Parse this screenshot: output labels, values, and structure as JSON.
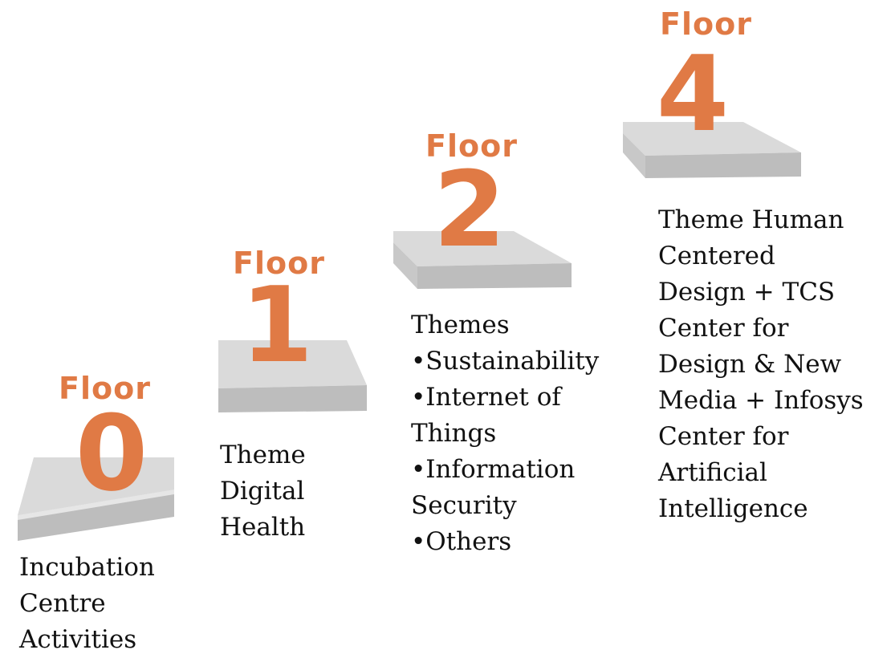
{
  "steps": [
    {
      "floor_word": "Floor",
      "number": "0",
      "lines": [
        "Incubation",
        "Centre",
        "Activities"
      ]
    },
    {
      "floor_word": "Floor",
      "number": "1",
      "lines": [
        "Theme",
        "Digital",
        "Health"
      ]
    },
    {
      "floor_word": "Floor",
      "number": "2",
      "lines": [
        "Themes",
        "•Sustainability",
        "•Internet of",
        "Things",
        "•Information",
        "Security",
        "•Others"
      ]
    },
    {
      "floor_word": "Floor",
      "number": "4",
      "lines": [
        "Theme Human",
        "Centered",
        "Design + TCS",
        "Center for",
        "Design & New",
        "Media + Infosys",
        "Center for",
        "Artificial",
        "Intelligence"
      ]
    }
  ],
  "colors": {
    "accent": "#E07A45",
    "plinth_top": "#DADADA",
    "plinth_front": "#BDBDBD"
  }
}
